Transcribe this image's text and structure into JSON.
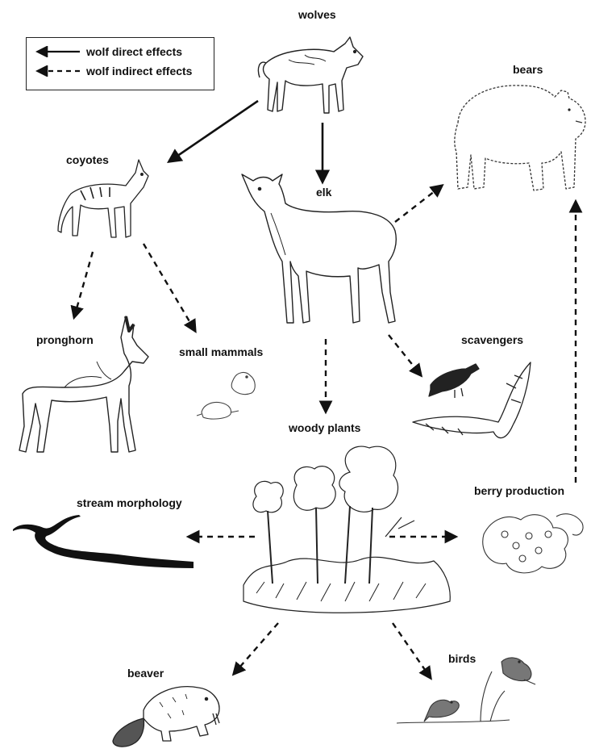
{
  "legend": {
    "direct_label": "wolf direct effects",
    "indirect_label": "wolf indirect effects"
  },
  "nodes": {
    "wolves": "wolves",
    "coyotes": "coyotes",
    "elk": "elk",
    "bears": "bears",
    "pronghorn": "pronghorn",
    "small_mammals": "small mammals",
    "scavengers": "scavengers",
    "woody_plants": "woody plants",
    "stream_morphology": "stream morphology",
    "berry_production": "berry production",
    "beaver": "beaver",
    "birds": "birds"
  },
  "edges": [
    {
      "from": "wolves",
      "to": "coyotes",
      "effect": "direct"
    },
    {
      "from": "wolves",
      "to": "elk",
      "effect": "direct"
    },
    {
      "from": "coyotes",
      "to": "pronghorn",
      "effect": "indirect"
    },
    {
      "from": "coyotes",
      "to": "small mammals",
      "effect": "indirect"
    },
    {
      "from": "elk",
      "to": "bears",
      "effect": "indirect"
    },
    {
      "from": "elk",
      "to": "scavengers",
      "effect": "indirect"
    },
    {
      "from": "elk",
      "to": "woody plants",
      "effect": "indirect"
    },
    {
      "from": "woody plants",
      "to": "stream morphology",
      "effect": "indirect"
    },
    {
      "from": "woody plants",
      "to": "berry production",
      "effect": "indirect"
    },
    {
      "from": "woody plants",
      "to": "beaver",
      "effect": "indirect"
    },
    {
      "from": "woody plants",
      "to": "birds",
      "effect": "indirect"
    },
    {
      "from": "berry production",
      "to": "bears",
      "effect": "indirect"
    }
  ],
  "colors": {
    "ink": "#111111",
    "background": "#ffffff"
  }
}
